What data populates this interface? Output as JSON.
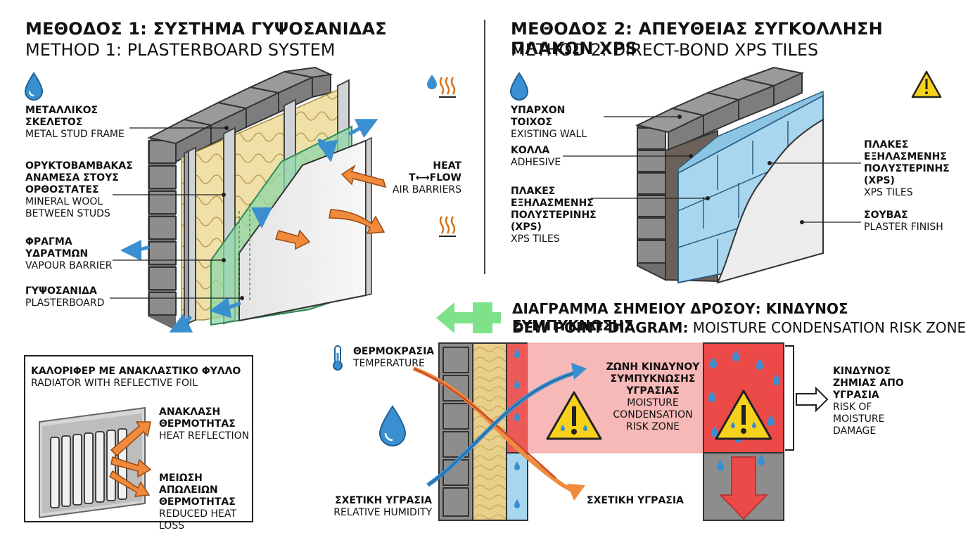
{
  "method1": {
    "title_gr": "ΜΕΘΟΔΟΣ 1: ΣΥΣΤΗΜΑ ΓΥΨΟΣΑΝΙΔΑΣ",
    "title_en": "METHOD 1: PLASTERBOARD SYSTEM",
    "labels": {
      "stud": {
        "gr": "ΜΕΤΑΛΛΙΚΟΣ ΣΚΕΛΕΤΟΣ",
        "en": "METAL STUD FRAME"
      },
      "wool": {
        "gr": "ΟΡΥΚΤΟΒΑΜΒΑΚΑΣ ΑΝΑΜΕΣΑ ΣΤΟΥΣ ΟΡΘΟΣΤΑΤΕΣ",
        "en": "MINERAL WOOL BETWEEN STUDS"
      },
      "vapour": {
        "gr": "ΦΡΑΓΜΑ ΥΔΡΑΤΜΩΝ",
        "en": "VAPOUR BARRIER"
      },
      "board": {
        "gr": "ΓΥΨΟΣΑΝΙΔΑ",
        "en": "PLASTERBOARD"
      },
      "heatflow": {
        "gr": "HEAT T⟷FLOW",
        "en": "AIR BARRIERS"
      }
    },
    "icons": [
      "water-drop-icon",
      "heat-waves-icon"
    ]
  },
  "method2": {
    "title_gr": "ΜΕΘΟΔΟΣ 2: ΑΠΕΥΘΕΙΑΣ ΣΥΓΚΟΛΛΗΣΗ ΠΛΑΚΩΝ XPS",
    "title_en": "METHOD 2: DIRECT-BOND XPS TILES",
    "labels": {
      "wall": {
        "gr": "ΥΠΑΡΧΟΝ ΤΟΙΧΟΣ",
        "en": "EXISTING WALL"
      },
      "adhesive": {
        "gr": "ΚΟΛΛΑ",
        "en": "ADHESIVE"
      },
      "xps_left": {
        "gr": "ΠΛΑΚΕΣ ΕΞΗΛΑΣΜΕΝΗΣ ΠΟΛΥΣΤΕΡΙΝΗΣ (XPS)",
        "en": "XPS TILES"
      },
      "xps_right": {
        "gr": "ΠΛΑΚΕΣ ΕΞΗΛΑΣΜΕΝΗΣ ΠΟΛΥΣΤΕΡΙΝΗΣ (XPS)",
        "en": "XPS TILES"
      },
      "plaster": {
        "gr": "ΣΟΥΒΑΣ",
        "en": "PLASTER FINISH"
      }
    },
    "icons": [
      "water-drop-icon",
      "warning-icon"
    ]
  },
  "radiator": {
    "title_gr": "ΚΑΛΟΡΙΦΕΡ ΜΕ ΑΝΑΚΛΑΣΤΙΚΟ ΦΥΛΛΟ",
    "title_en": "RADIATOR WITH REFLECTIVE FOIL",
    "reflection": {
      "gr": "ΑΝΑΚΛΑΣΗ ΘΕΡΜΟΤΗΤΑΣ",
      "en": "HEAT REFLECTION"
    },
    "reduced": {
      "gr": "ΜΕΙΩΣΗ ΑΠΩΛΕΙΩΝ ΘΕΡΜΟΤΗΤΑΣ",
      "en": "REDUCED HEAT LOSS"
    }
  },
  "dewpoint": {
    "title_gr": "ΔΙΑΓΡΑΜΜΑ ΣΗΜΕΙΟΥ ΔΡΟΣΟΥ: ΚΙΝΔΥΝΟΣ ΣΥΜΠΥΚΝΩΣΗΣ",
    "title_en_bold": "DEW POINT DIAGRAM:",
    "title_en_rest": " MOISTURE CONDENSATION RISK ZONE",
    "temperature": {
      "gr": "ΘΕΡΜΟΚΡΑΣΙΑ",
      "en": "TEMPERATURE"
    },
    "humidity": {
      "gr": "ΣΧΕΤΙΚΗ ΥΓΡΑΣΙΑ",
      "en": "RELATIVE HUMIDITY"
    },
    "humidity_right": "ΣΧΕΤΙΚΗ ΥΓΡΑΣΙΑ",
    "risk_zone": {
      "gr": "ΖΩΝΗ ΚΙΝΔΥΝΟΥ ΣΥΜΠΥΚΝΩΣΗΣ ΥΓΡΑΣΙΑΣ",
      "en": "MOISTURE CONDENSATION RISK ZONE"
    },
    "damage": {
      "gr": "ΚΙΝΔΥΝΟΣ ΖΗΜΙΑΣ ΑΠΟ ΥΓΡΑΣΙΑ",
      "en": "RISK OF MOISTURE DAMAGE"
    },
    "icons": [
      "thermometer-icon",
      "water-drop-icon",
      "warning-icon"
    ]
  },
  "colors": {
    "brick": "#8a8a8a",
    "wool": "#e8cf8a",
    "vapour": "#7fcf9f",
    "plaster": "#efefef",
    "xps": "#a9d6ef",
    "arrow_orange": "#f08a3c",
    "arrow_blue": "#3a8fd0",
    "risk": "#f7b8b8",
    "risk_strong": "#ec4a48",
    "warning": "#f7d21c",
    "green_arrow": "#7ee28a"
  }
}
